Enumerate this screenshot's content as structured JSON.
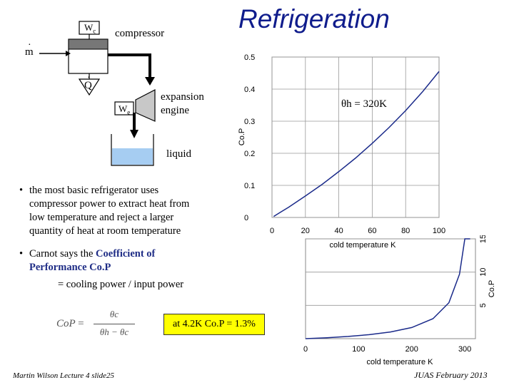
{
  "slide": {
    "title": "Refrigeration",
    "footer_left": "Martin Wilson Lecture 4 slide25",
    "footer_right": "JUAS February 2013"
  },
  "diagram": {
    "wc_main": "W",
    "wc_sub": "c",
    "compressor_label": "compressor",
    "mdot_label": "m",
    "q_label": "Q",
    "we_main": "W",
    "we_sub": "e",
    "expansion_label_1": "expansion",
    "expansion_label_2": "engine",
    "liquid_label": "liquid"
  },
  "bullets": {
    "b1_line1": "the most basic refrigerator uses",
    "b1_line2": "compressor power to extract heat from",
    "b1_line3": "low temperature and reject a larger",
    "b1_line4": "quantity of heat at room temperature",
    "b2_prefix": "Carnot says the ",
    "b2_accent1": "Coefficient of",
    "b2_accent2": "Performance Co.P",
    "b2_line3": "= cooling power / input power"
  },
  "formula": {
    "lhs": "CoP",
    "numerator": "θc",
    "denominator": "θh − θc"
  },
  "callout": {
    "text": "at 4.2K Co.P = 1.3%"
  },
  "colors": {
    "title": "#0f1c8c",
    "accent": "#1f2d86",
    "callout_bg": "#ffff00",
    "liquid": "#a6cdf2",
    "compressor_band": "#777777"
  },
  "chart_data": [
    {
      "type": "line",
      "ylabel": "Co.P",
      "xlabel": "cold temperature K",
      "annotation": "θh = 320K",
      "xlim": [
        0,
        100
      ],
      "ylim": [
        0,
        0.5
      ],
      "x_ticks": [
        "0",
        "20",
        "40",
        "60",
        "80",
        "100"
      ],
      "y_ticks": [
        "0",
        "0.1",
        "0.2",
        "0.3",
        "0.4",
        "0.5"
      ],
      "grid": true,
      "series": [
        {
          "x": [
            1,
            5,
            10,
            20,
            30,
            40,
            50,
            60,
            70,
            80,
            90,
            100
          ],
          "y": [
            0.003,
            0.016,
            0.032,
            0.067,
            0.103,
            0.143,
            0.185,
            0.231,
            0.28,
            0.333,
            0.391,
            0.455
          ]
        }
      ]
    },
    {
      "type": "line",
      "ylabel": "Co.P",
      "xlabel": "cold temperature K",
      "xlim": [
        0,
        320
      ],
      "ylim": [
        0,
        15
      ],
      "x_ticks": [
        "0",
        "100",
        "200",
        "300"
      ],
      "y_ticks": [
        "5",
        "10",
        "15"
      ],
      "grid": true,
      "series": [
        {
          "x": [
            0,
            40,
            80,
            120,
            160,
            200,
            240,
            270,
            290,
            300,
            305,
            310
          ],
          "y": [
            0,
            0.14,
            0.33,
            0.6,
            1.0,
            1.67,
            3.0,
            5.4,
            9.7,
            15,
            15,
            15
          ]
        }
      ]
    }
  ]
}
